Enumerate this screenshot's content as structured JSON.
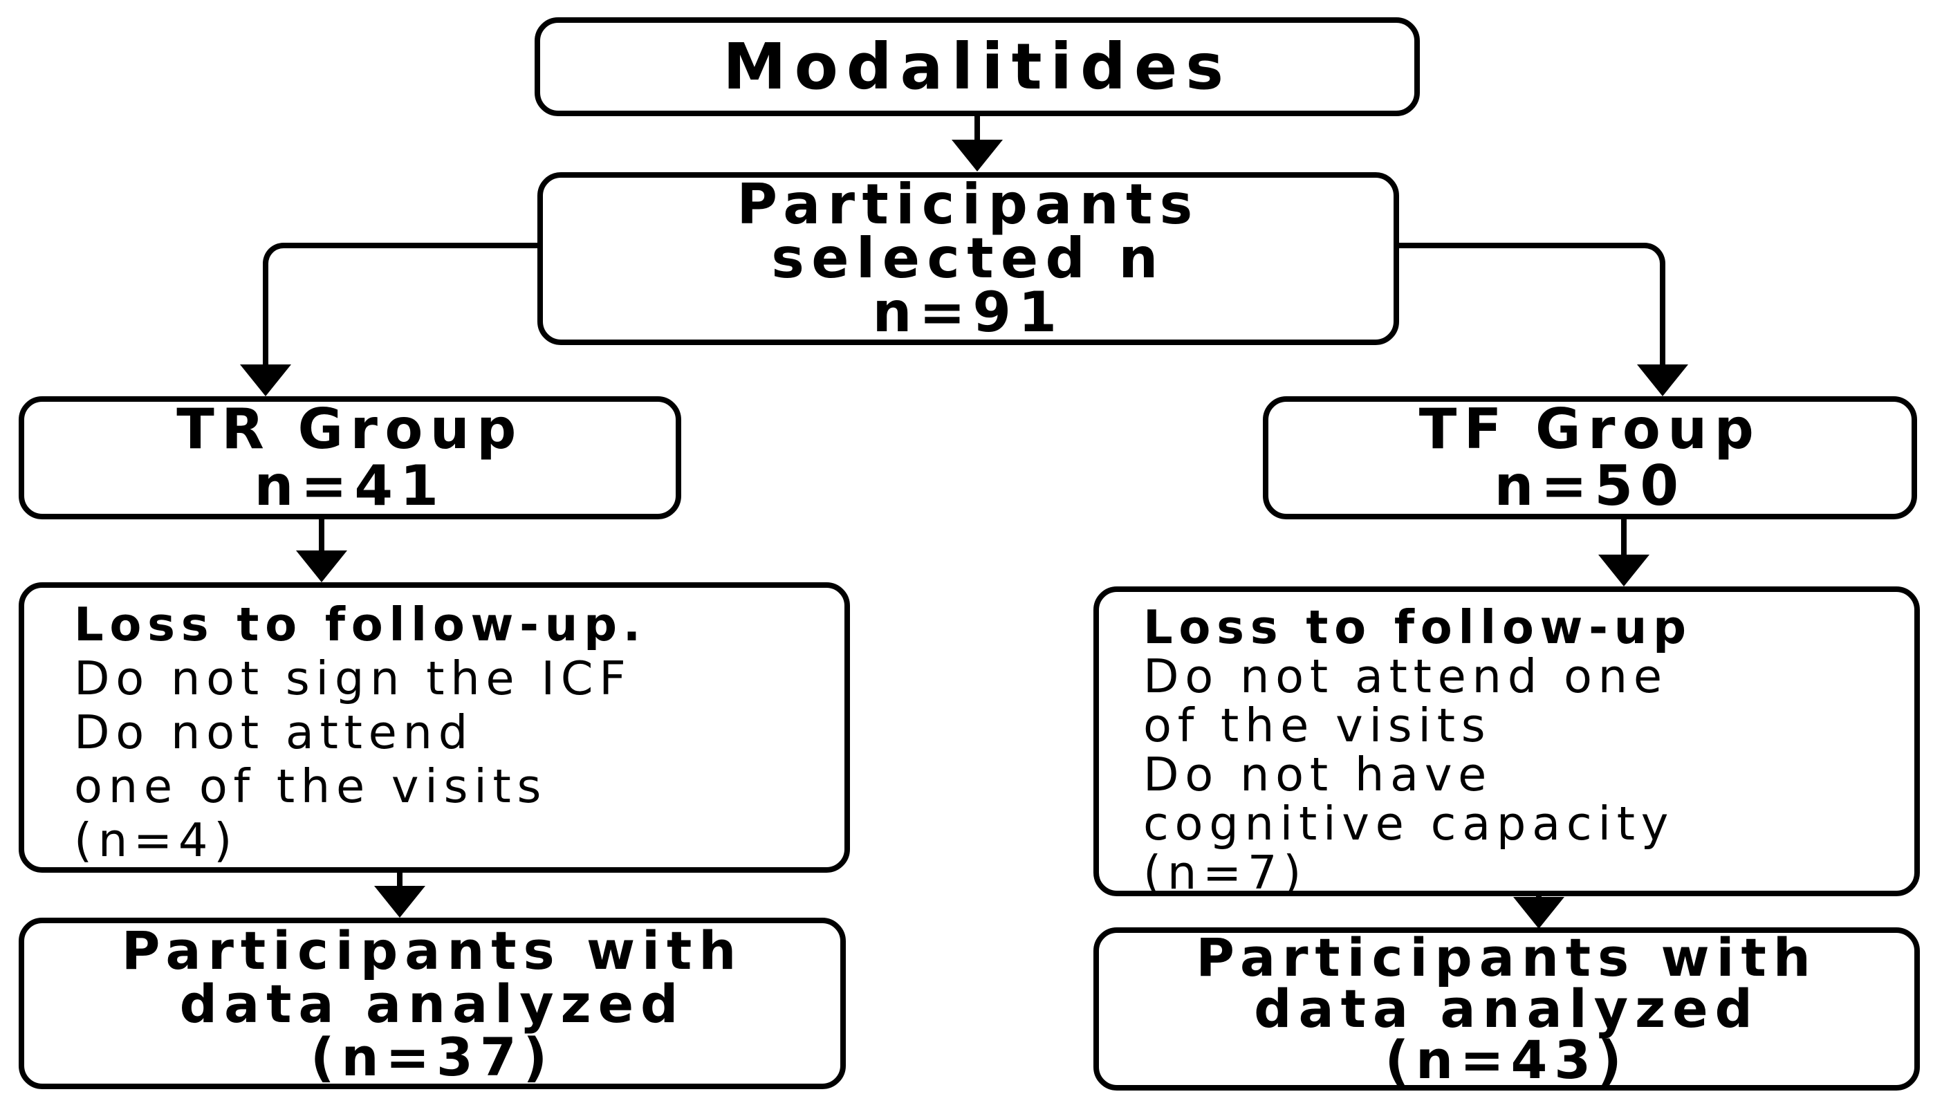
{
  "figure": {
    "background_color": "#ffffff",
    "ink_color": "#000000",
    "type": "participant-flow-diagram"
  },
  "nodes": {
    "modalities": {
      "lines": [
        "Modalitides"
      ]
    },
    "selected": {
      "lines": [
        "Participants",
        "selected n",
        "n=91"
      ]
    },
    "tr_group": {
      "lines": [
        "TR Group",
        "n=41"
      ]
    },
    "tf_group": {
      "lines": [
        "TF Group",
        "n=50"
      ]
    },
    "tr_loss": {
      "heading": "Loss to follow-up.",
      "lines": [
        "Do not sign the ICF",
        "Do not attend",
        "one of the visits",
        "(n=4)"
      ]
    },
    "tf_loss": {
      "heading": "Loss to follow-up",
      "lines": [
        "Do not attend one",
        "of the visits",
        "Do not have",
        "cognitive capacity",
        "(n=7)"
      ]
    },
    "tr_analyzed": {
      "lines": [
        "Participants with",
        "data analyzed",
        "(n=37)"
      ]
    },
    "tf_analyzed": {
      "lines": [
        "Participants with",
        "data analyzed",
        "(n=43)"
      ]
    }
  }
}
